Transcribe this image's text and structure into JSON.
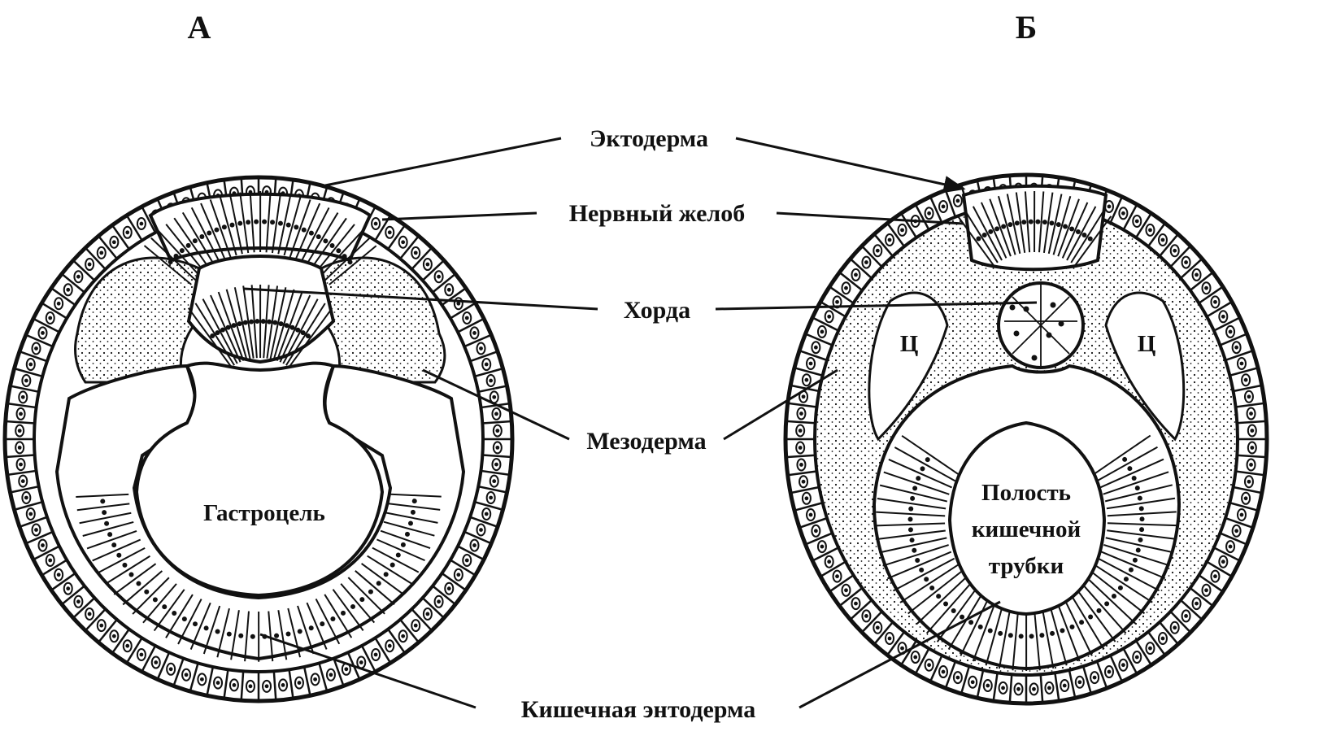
{
  "panels": {
    "a": "А",
    "b": "Б"
  },
  "labels": {
    "ectoderm": "Эктодерма",
    "neural_groove": "Нервный желоб",
    "notochord": "Хорда",
    "mesoderm": "Мезодерма",
    "intestinal_endoderm": "Кишечная энтодерма"
  },
  "cavities": {
    "gastrocoel": "Гастроцель",
    "gut_cavity_line1": "Полость",
    "gut_cavity_line2": "кишечной",
    "gut_cavity_line3": "трубки",
    "coelom_left": "Ц",
    "coelom_right": "Ц"
  },
  "colors": {
    "ink": "#111111",
    "paper": "#ffffff"
  }
}
